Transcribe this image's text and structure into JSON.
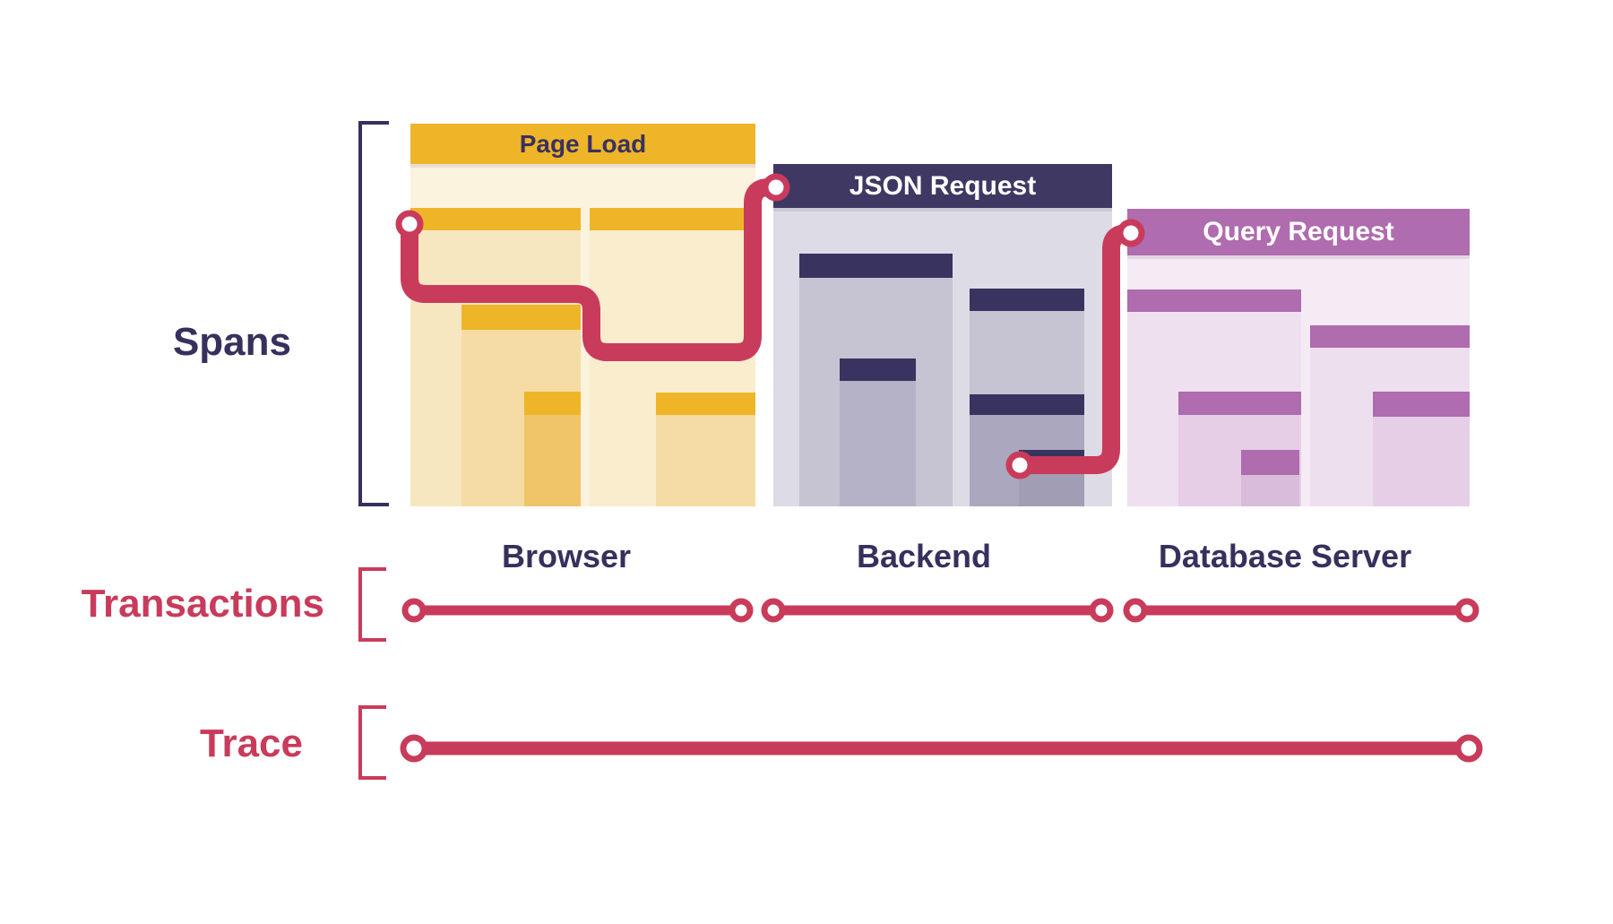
{
  "labels": {
    "spans": "Spans",
    "transactions": "Transactions",
    "trace": "Trace"
  },
  "panels": [
    {
      "title": "Page Load",
      "caption": "Browser"
    },
    {
      "title": "JSON Request",
      "caption": "Backend"
    },
    {
      "title": "Query Request",
      "caption": "Database Server"
    }
  ],
  "colors": {
    "accent_red": "#C93B5B",
    "navy_text": "#38305C",
    "page_load_header": "#EFB528",
    "json_request_header": "#3E3863",
    "query_request_header": "#AF6CAE"
  }
}
